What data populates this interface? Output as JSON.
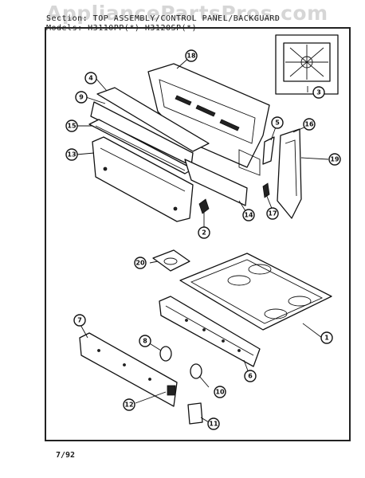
{
  "watermark": "AppliancePartsPros.com",
  "header": {
    "section": "Section: TOP ASSEMBLY/CONTROL PANEL/BACKGUARD",
    "models": "Models:  H3110PP(*)   H3120SP(*)"
  },
  "footer": {
    "date": "7/92"
  },
  "callouts": [
    "1",
    "2",
    "3",
    "4",
    "5",
    "6",
    "7",
    "8",
    "9",
    "10",
    "11",
    "12",
    "13",
    "14",
    "15",
    "16",
    "17",
    "18",
    "19",
    "20"
  ]
}
